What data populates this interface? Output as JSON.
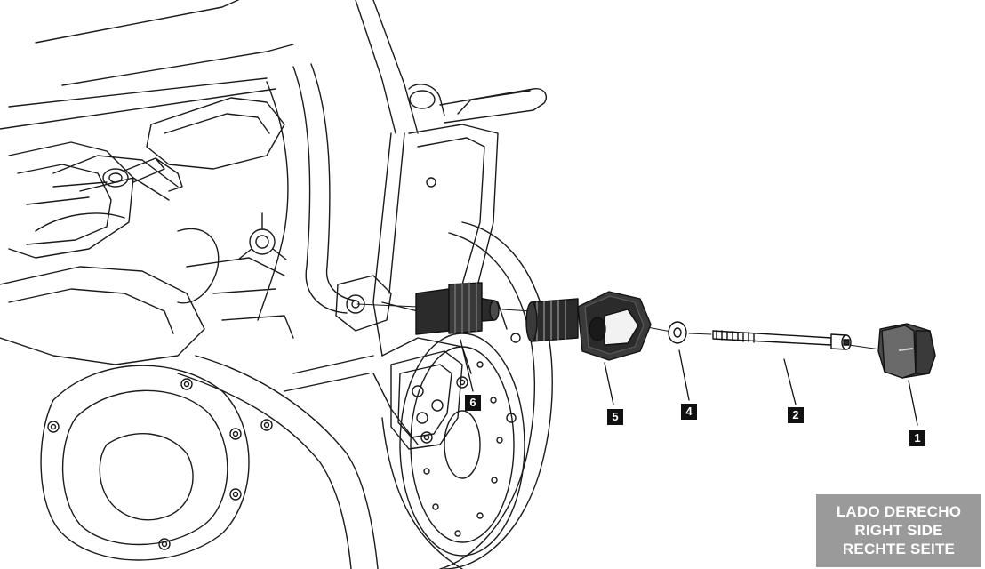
{
  "callouts": [
    {
      "id": "1",
      "label": "1",
      "part": "end-cap"
    },
    {
      "id": "2",
      "label": "2",
      "part": "long-bolt"
    },
    {
      "id": "4",
      "label": "4",
      "part": "washer"
    },
    {
      "id": "5",
      "label": "5",
      "part": "slider-bobbin"
    },
    {
      "id": "6",
      "label": "6",
      "part": "axle-spacer"
    }
  ],
  "side_badge": {
    "line_es": "LADO DERECHO",
    "line_en": "RIGHT SIDE",
    "line_de": "RECHTE SEITE",
    "background": "#9a9a9a",
    "text_color": "#ffffff"
  },
  "colors": {
    "line_art": "#1a1a1a",
    "part_dark": "#2b2b2b",
    "part_mid": "#4a4a4a",
    "part_light": "#8a8a8a",
    "callout_bg": "#111111"
  }
}
